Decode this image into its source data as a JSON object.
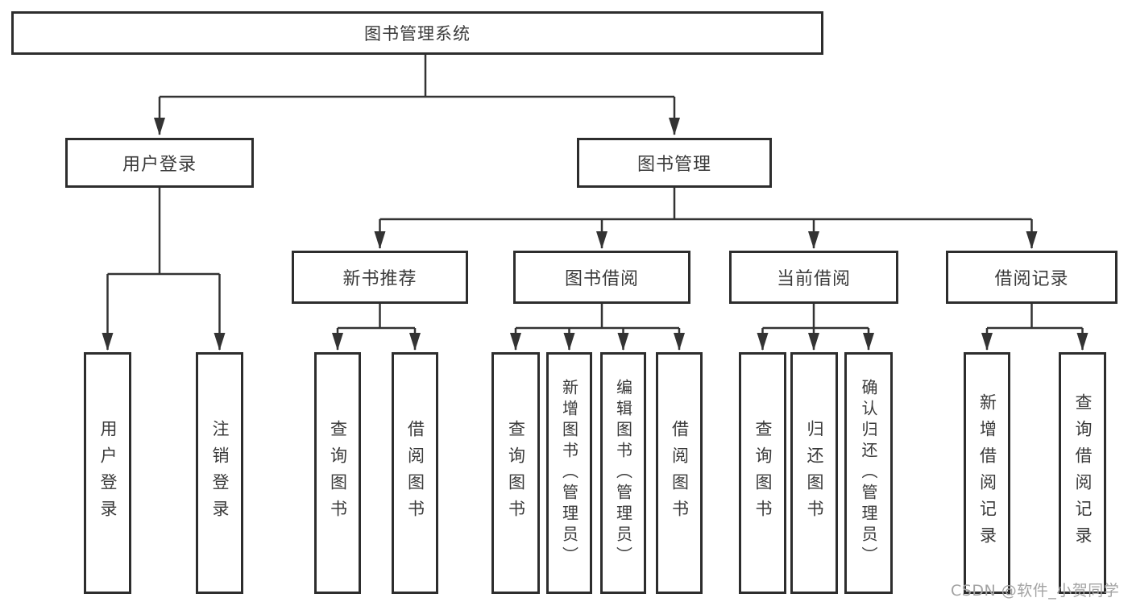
{
  "diagram": {
    "title": "图书管理系统",
    "nodes": {
      "root": {
        "label": "图书管理系统"
      },
      "user_login": {
        "label": "用户登录"
      },
      "book_mgmt": {
        "label": "图书管理"
      },
      "new_book_rec": {
        "label": "新书推荐"
      },
      "book_borrow": {
        "label": "图书借阅"
      },
      "current_borrow": {
        "label": "当前借阅"
      },
      "borrow_records": {
        "label": "借阅记录"
      },
      "leaf_user_login": {
        "label": "用户登录"
      },
      "leaf_logout": {
        "label": "注销登录"
      },
      "leaf_query_book_a": {
        "label": "查询图书"
      },
      "leaf_borrow_book_a": {
        "label": "借阅图书"
      },
      "leaf_query_book_b": {
        "label": "查询图书"
      },
      "leaf_add_book": {
        "label": "新增图书（管理员）"
      },
      "leaf_edit_book": {
        "label": "编辑图书（管理员）"
      },
      "leaf_borrow_book_b": {
        "label": "借阅图书"
      },
      "leaf_query_book_c": {
        "label": "查询图书"
      },
      "leaf_return_book": {
        "label": "归还图书"
      },
      "leaf_confirm_return": {
        "label": "确认归还（管理员）"
      },
      "leaf_add_record": {
        "label": "新增借阅记录"
      },
      "leaf_query_record": {
        "label": "查询借阅记录"
      }
    },
    "edges": [
      "图书管理系统→用户登录",
      "图书管理系统→图书管理",
      "用户登录→用户登录",
      "用户登录→注销登录",
      "图书管理→新书推荐",
      "图书管理→图书借阅",
      "图书管理→当前借阅",
      "图书管理→借阅记录",
      "新书推荐→查询图书",
      "新书推荐→借阅图书",
      "图书借阅→查询图书",
      "图书借阅→新增图书（管理员）",
      "图书借阅→编辑图书（管理员）",
      "图书借阅→借阅图书",
      "当前借阅→查询图书",
      "当前借阅→归还图书",
      "当前借阅→确认归还（管理员）",
      "借阅记录→新增借阅记录",
      "借阅记录→查询借阅记录"
    ],
    "colors": {
      "line": "#333333",
      "box_border": "#2d2d2d",
      "box_fill": "#ffffff",
      "text": "#3a3a3a",
      "watermark": "#a3a3a3"
    }
  },
  "watermark": {
    "text": "CSDN @软件_小贺同学"
  }
}
